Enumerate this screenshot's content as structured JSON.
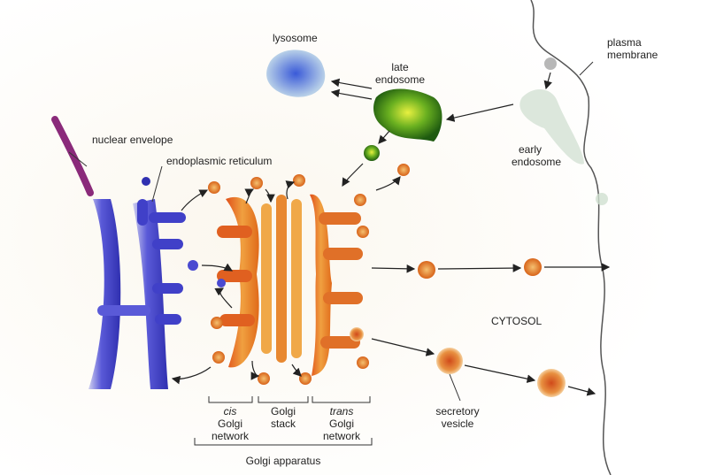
{
  "labels": {
    "lysosome": "lysosome",
    "late_endosome_1": "late",
    "late_endosome_2": "endosome",
    "plasma_membrane_1": "plasma",
    "plasma_membrane_2": "membrane",
    "early_endosome_1": "early",
    "early_endosome_2": "endosome",
    "nuclear_envelope": "nuclear envelope",
    "endoplasmic_reticulum": "endoplasmic reticulum",
    "cytosol": "CYTOSOL",
    "cis_1": "cis",
    "cis_2": "Golgi",
    "cis_3": "network",
    "stack_1": "Golgi",
    "stack_2": "stack",
    "trans_1": "trans",
    "trans_2": "Golgi",
    "trans_3": "network",
    "golgi_apparatus": "Golgi apparatus",
    "secretory_1": "secretory",
    "secretory_2": "vesicle"
  },
  "colors": {
    "er": "#4a4ad0",
    "golgi": "#e8721c",
    "late_endosome": "#3f8f1a",
    "lysosome": "#7fa6d6",
    "nuclear_envelope": "#8a2a7a"
  }
}
